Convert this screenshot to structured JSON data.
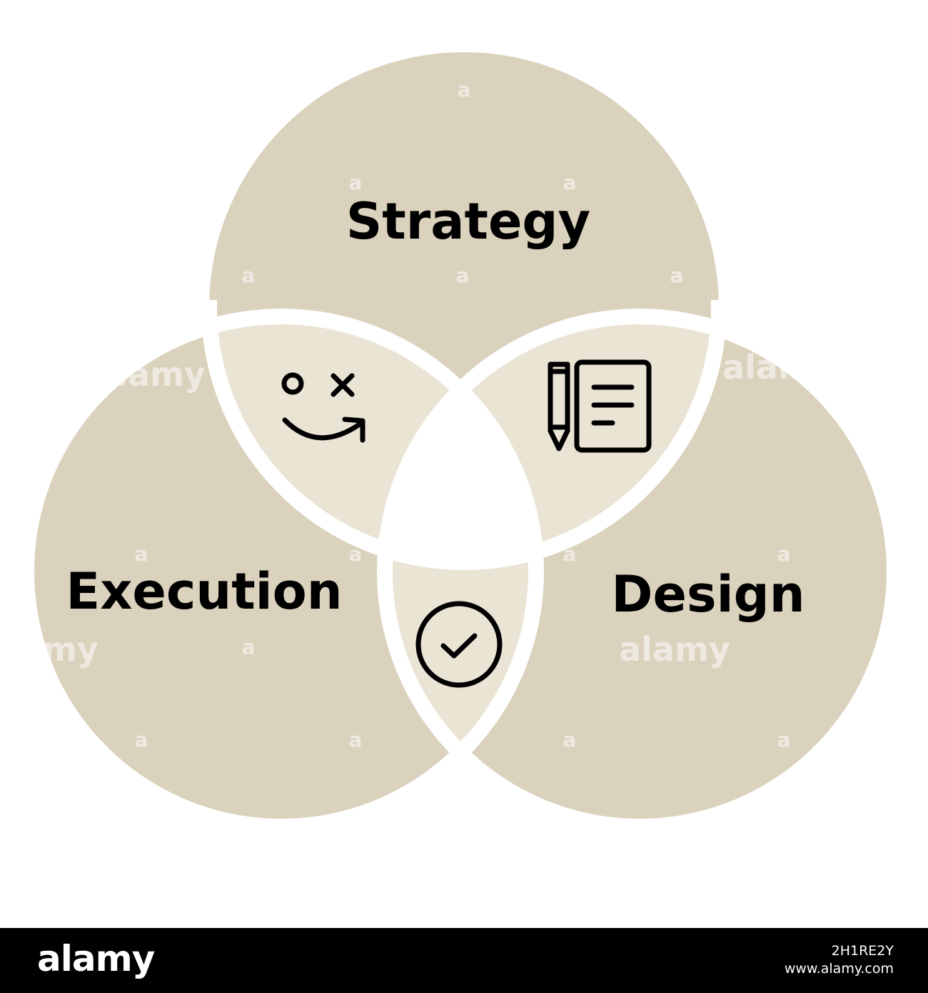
{
  "diagram": {
    "type": "venn",
    "sets": [
      {
        "id": "strategy",
        "label": "Strategy"
      },
      {
        "id": "execution",
        "label": "Execution"
      },
      {
        "id": "design",
        "label": "Design"
      }
    ],
    "intersections": [
      {
        "sets": [
          "strategy",
          "execution"
        ],
        "icon": "game-plan-icon"
      },
      {
        "sets": [
          "strategy",
          "design"
        ],
        "icon": "notes-pencil-icon"
      },
      {
        "sets": [
          "execution",
          "design"
        ],
        "icon": "check-circle-icon"
      }
    ],
    "colors": {
      "circle_fill": "#dbd2bd",
      "overlap_fill": "#e9e4d4",
      "center_fill": "#ffffff",
      "outline": "#ffffff",
      "icon": "#000000",
      "text": "#000000"
    }
  },
  "watermark": {
    "text": "alamy",
    "small_mark": "a"
  },
  "footer": {
    "logo": "alamy",
    "image_id": "2H1RE2Y",
    "url": "www.alamy.com"
  }
}
